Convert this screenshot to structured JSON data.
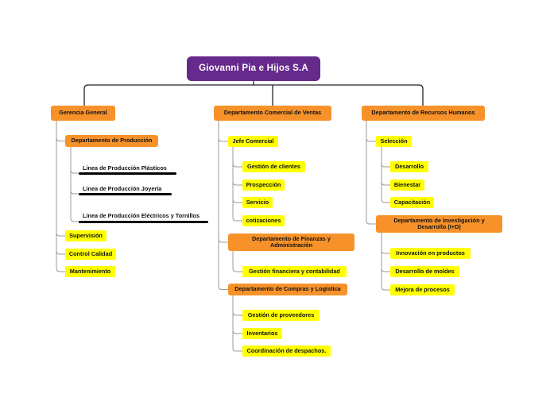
{
  "colors": {
    "root": "#652a8c",
    "orange": "#f7922a",
    "yellow": "#ffff00",
    "line": "#222222",
    "branch": "#a09a8e"
  },
  "root": {
    "label": "Giovanni Pia e Hijos S.A"
  },
  "branches": [
    {
      "label": "Gerencia General",
      "children": [
        {
          "label": "Departamento de Producción",
          "children": [
            {
              "label": "Linea de Producción Plásticos"
            },
            {
              "label": "Linea de Producción Joyería"
            },
            {
              "label": "Linea de Producción Eléctricos y Tornillos"
            }
          ]
        },
        {
          "label": "Supervisión"
        },
        {
          "label": "Control Calidad"
        },
        {
          "label": "Mantenimiento"
        }
      ]
    },
    {
      "label": "Departamento Comercial de Ventas",
      "children": [
        {
          "label": "Jefe Comercial",
          "children": [
            {
              "label": "Gestión de clientes"
            },
            {
              "label": "Prospección"
            },
            {
              "label": "Servicio"
            },
            {
              "label": "cotizaciones"
            }
          ]
        },
        {
          "label": "Departamento de Finanzas y Administración",
          "children": [
            {
              "label": "Gestión financiera y contabilidad"
            }
          ]
        },
        {
          "label": "Departamento de Compras y Logística",
          "children": [
            {
              "label": "Gestión de proveedores"
            },
            {
              "label": "Inventarios"
            },
            {
              "label": "Coordinación de despachos."
            }
          ]
        }
      ]
    },
    {
      "label": "Departamento de Recursos Humanos",
      "children": [
        {
          "label": "Selección",
          "children": [
            {
              "label": "Desarrollo"
            },
            {
              "label": "Bienestar"
            },
            {
              "label": "Capacitación"
            }
          ]
        },
        {
          "label": "Departamento de Investigación y Desarrollo (I+D)",
          "children": [
            {
              "label": "Innovación en productos"
            },
            {
              "label": "Desarrollo de moldes"
            },
            {
              "label": "Mejora de procesos"
            }
          ]
        }
      ]
    }
  ]
}
